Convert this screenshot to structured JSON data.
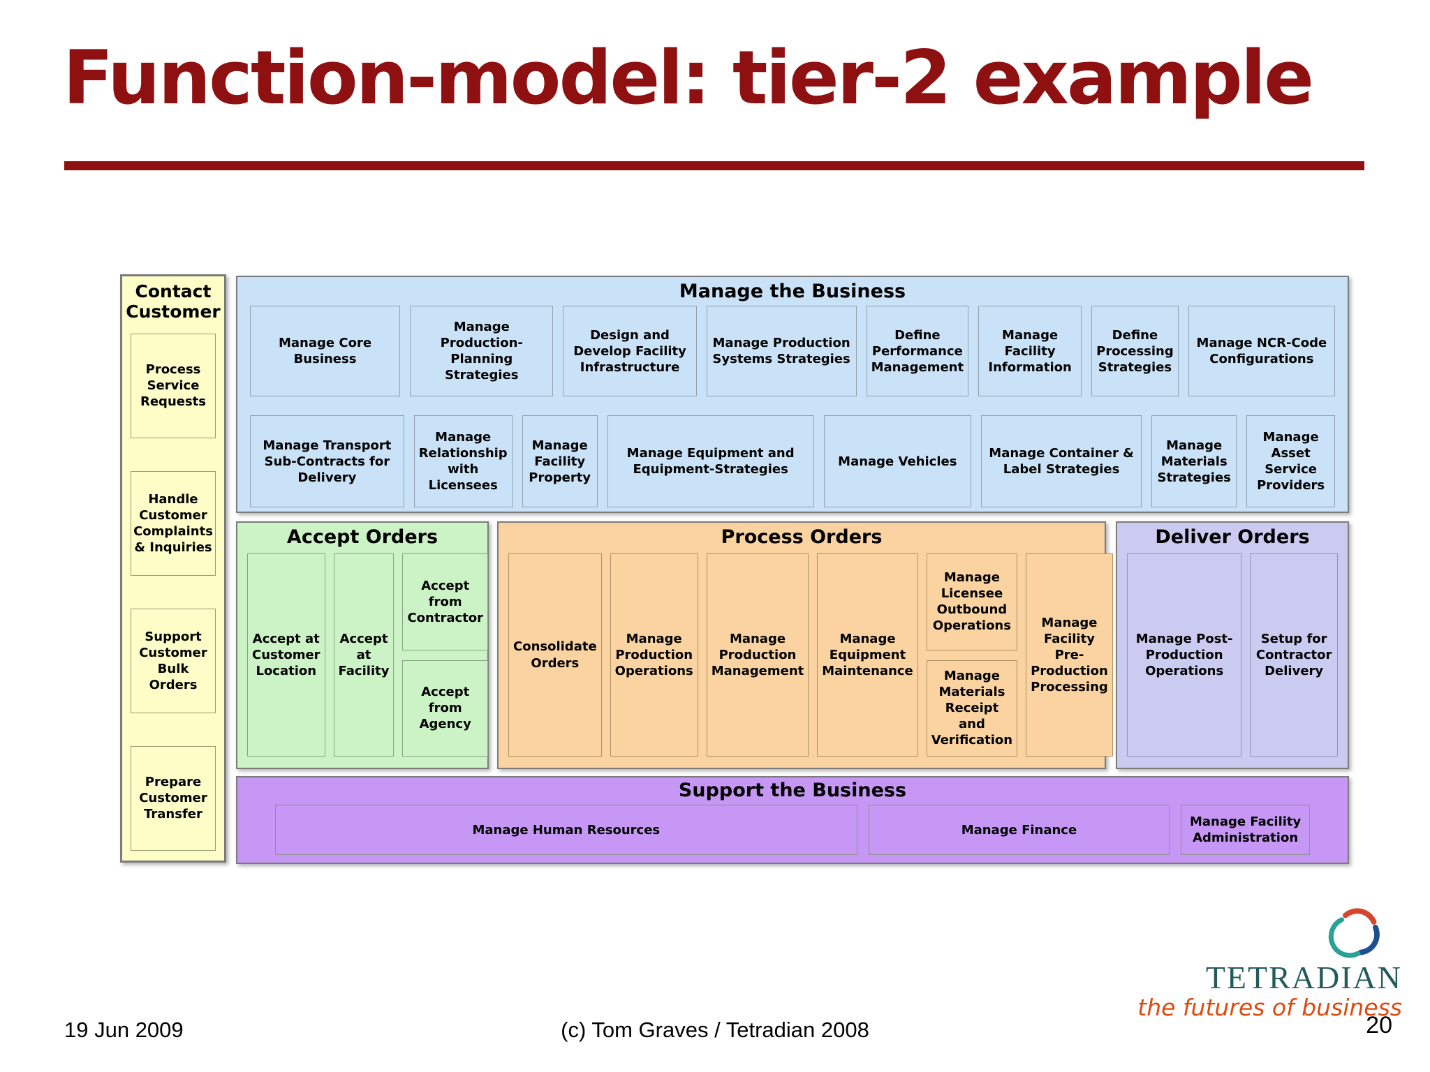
{
  "slide": {
    "title": "Function-model: tier-2 example",
    "footer": {
      "date": "19 Jun 2009",
      "copyright": "(c) Tom Graves / Tetradian 2008",
      "page_number": "20"
    },
    "logo": {
      "brand": "TETRADIAN",
      "tagline": "the futures of business"
    }
  },
  "colors": {
    "accent": "#8E1010",
    "contact_fill": "#FDFDC8",
    "manage_fill": "#C9E2F7",
    "accept_fill": "#CBF3C6",
    "process_fill": "#FAD3A0",
    "deliver_fill": "#CBCBF2",
    "support_fill": "#C697F5",
    "logo_teal": "#235A5A",
    "logo_orange": "#DC4A10",
    "logo_swirl_red": "#D64530",
    "logo_swirl_blue": "#1D4F91",
    "logo_swirl_teal": "#2AA195"
  },
  "diagram": {
    "contact": {
      "title": "Contact Customer",
      "items": [
        "Process Service Requests",
        "Handle Customer Complaints & Inquiries",
        "Support Customer Bulk Orders",
        "Prepare Customer Transfer"
      ]
    },
    "manage": {
      "title": "Manage the Business",
      "row1": [
        "Manage Core Business",
        "Manage Production-Planning Strategies",
        "Design and Develop Facility Infrastructure",
        "Manage Production Systems Strategies",
        "Define Performance Management",
        "Manage Facility Information",
        "Define Processing Strategies",
        "Manage NCR-Code Configurations"
      ],
      "row2": [
        "Manage Transport Sub-Contracts for Delivery",
        "Manage Relationship with Licensees",
        "Manage Facility Property",
        "Manage Equipment and Equipment-Strategies",
        "Manage Vehicles",
        "Manage Container & Label Strategies",
        "Manage Materials Strategies",
        "Manage Asset Service Providers"
      ]
    },
    "accept": {
      "title": "Accept Orders",
      "items": [
        "Accept at Customer Location",
        "Accept at Facility",
        "Accept from Contractor",
        "Accept from Agency"
      ]
    },
    "process": {
      "title": "Process Orders",
      "items": [
        "Consolidate Orders",
        "Manage Production Operations",
        "Manage Production Management",
        "Manage Equipment Maintenance",
        "Manage Licensee Outbound Operations",
        "Manage Materials Receipt and Verification",
        "Manage Facility Pre-Production Processing"
      ]
    },
    "deliver": {
      "title": "Deliver Orders",
      "items": [
        "Manage Post-Production Operations",
        "Setup for Contractor Delivery"
      ]
    },
    "support": {
      "title": "Support the Business",
      "items": [
        "Manage Human Resources",
        "Manage Finance",
        "Manage Facility Administration"
      ]
    }
  }
}
